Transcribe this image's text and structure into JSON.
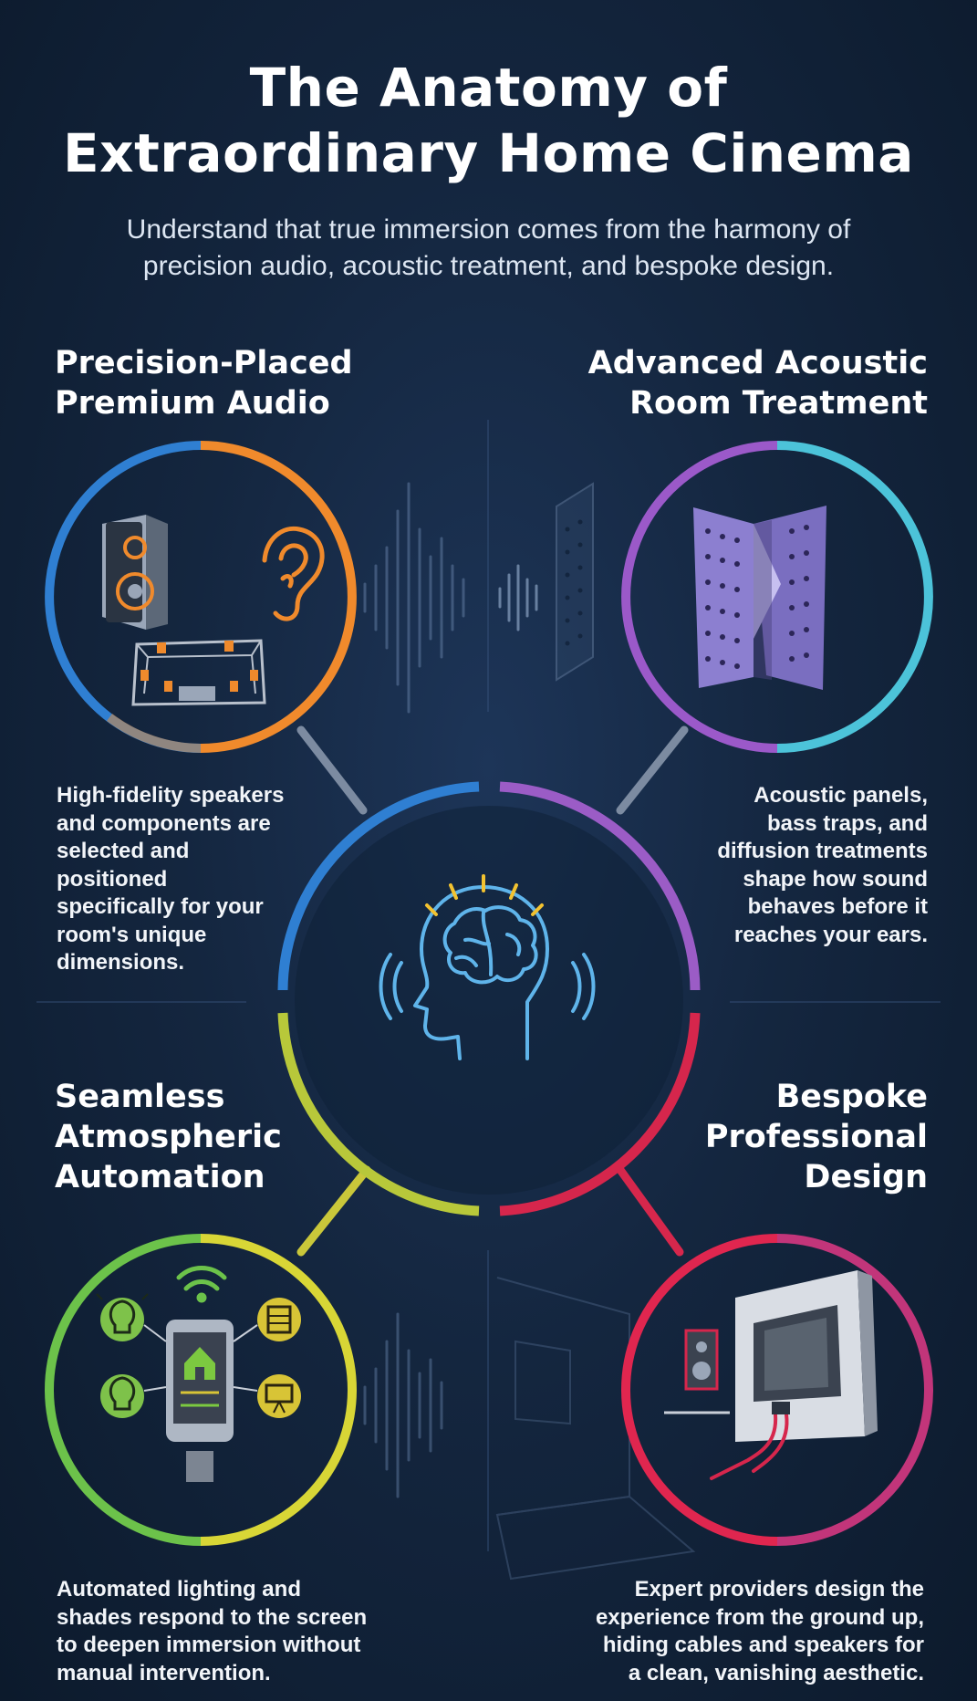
{
  "header": {
    "title_line1": "The Anatomy of",
    "title_line2": "Extraordinary Home Cinema",
    "subtitle_line1": "Understand that true immersion comes from the harmony of",
    "subtitle_line2": "precision audio, acoustic treatment, and bespoke design."
  },
  "sections": {
    "audio": {
      "heading_line1": "Precision-Placed",
      "heading_line2": "Premium Audio",
      "body": [
        "High-fidelity speakers",
        "and components are",
        "selected and",
        "positioned",
        "specifically for your",
        "room's unique",
        "dimensions."
      ],
      "colors": [
        "#3b82d6",
        "#f08a2c"
      ]
    },
    "acoustic": {
      "heading_line1": "Advanced Acoustic",
      "heading_line2": "Room Treatment",
      "body": [
        "Acoustic panels,",
        "bass traps, and",
        "diffusion treatments",
        "shape how sound",
        "behaves before it",
        "reaches your ears."
      ],
      "colors": [
        "#9b59c9",
        "#4cc3d9"
      ]
    },
    "automation": {
      "heading_line1": "Seamless",
      "heading_line2": "Atmospheric",
      "heading_line3": "Automation",
      "body": [
        "Automated lighting and",
        "shades respond to the screen",
        "to deepen immersion without",
        "manual intervention."
      ],
      "colors": [
        "#6cc24a",
        "#d8d636"
      ]
    },
    "design": {
      "heading_line1": "Bespoke",
      "heading_line2": "Professional",
      "heading_line3": "Design",
      "body": [
        "Expert providers design the",
        "experience from the ground up,",
        "hiding cables and speakers for",
        "a clean, vanishing aesthetic."
      ],
      "colors": [
        "#e0264f",
        "#c2357a"
      ]
    }
  },
  "icons": {
    "center": "brain-head-icon",
    "audio": [
      "speaker-icon",
      "ear-icon",
      "room-layout-icon"
    ],
    "acoustic": [
      "acoustic-panel-icon"
    ],
    "automation": [
      "smartphone-home-icon",
      "lightbulb-icon",
      "shades-icon",
      "projector-screen-icon",
      "wifi-icon"
    ],
    "design": [
      "tv-wall-icon",
      "wall-speaker-icon"
    ]
  }
}
